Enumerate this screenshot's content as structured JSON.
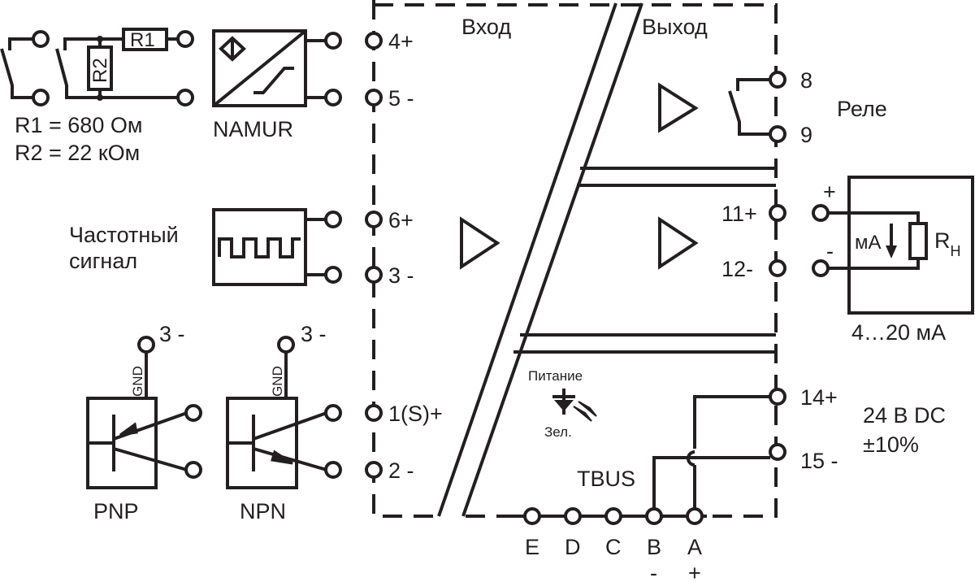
{
  "sections": {
    "input": "Вход",
    "output": "Выход"
  },
  "dry_contacts": {
    "r1_label": "R1",
    "r2_label": "R2",
    "r1_value": "R1 = 680 Ом",
    "r2_value": "R2 = 22 кОм"
  },
  "namur": {
    "label": "NAMUR"
  },
  "frequency": {
    "line1": "Частотный",
    "line2": "сигнал"
  },
  "transistors": {
    "pnp": "PNP",
    "npn": "NPN",
    "gnd": "GND",
    "gnd_terminal": "3 -"
  },
  "input_terminals": [
    "4+",
    "5 -",
    "6+",
    "3 -",
    "1(S)+",
    "2 -"
  ],
  "relay": {
    "label": "Реле",
    "terminals": [
      "8",
      "9"
    ]
  },
  "current_output": {
    "terminals": [
      "11+",
      "12-"
    ],
    "plus": "+",
    "minus": "-",
    "ma": "мА",
    "r_label": "R",
    "r_sub": "Н",
    "range": "4…20 мА"
  },
  "power": {
    "led_label": "Питание",
    "led_color": "Зел.",
    "terminals": [
      "14+",
      "15 -"
    ],
    "voltage": "24 В DC",
    "tolerance": "±10%"
  },
  "tbus": {
    "label": "TBUS",
    "pins": [
      "E",
      "D",
      "C",
      "B",
      "A"
    ],
    "b_sign": "-",
    "a_sign": "+"
  }
}
